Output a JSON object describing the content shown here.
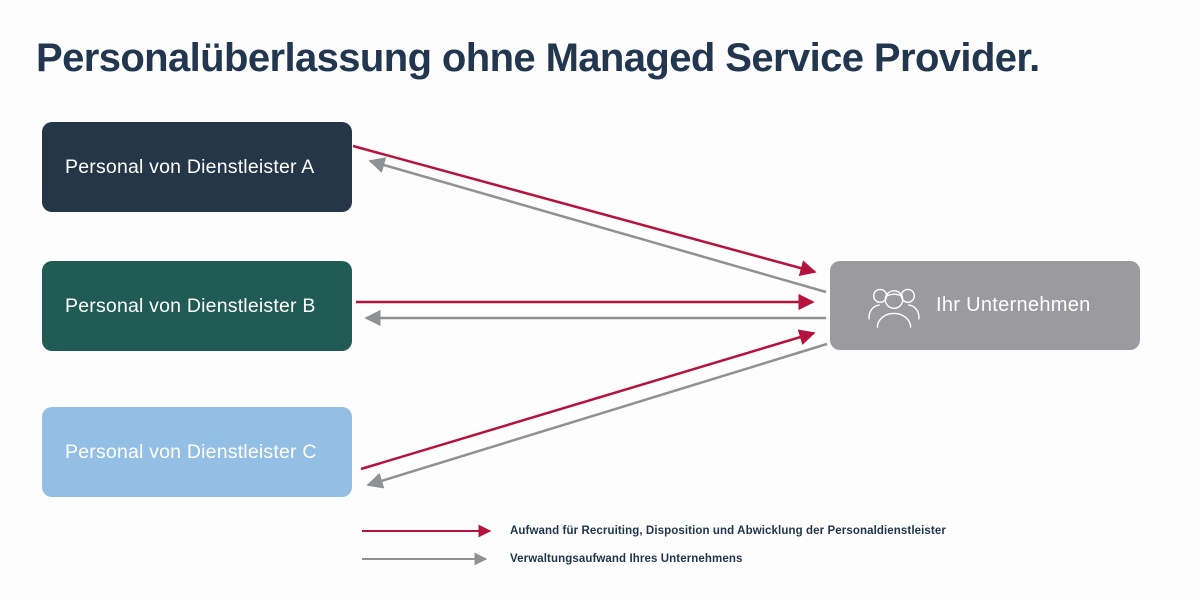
{
  "title": "Personalüberlassung ohne Managed Service Provider.",
  "providers": [
    {
      "label": "Personal von Dienstleister A",
      "color": "#253648"
    },
    {
      "label": "Personal von Dienstleister B",
      "color": "#205c55"
    },
    {
      "label": "Personal von Dienstleister C",
      "color": "#92bfe3"
    }
  ],
  "company": {
    "label": "Ihr Unternehmen",
    "color": "#9b9b9f",
    "icon": "people-group-icon"
  },
  "legend": {
    "items": [
      {
        "label": "Aufwand für Recruiting, Disposition und Abwicklung der Personaldienstleister",
        "color": "#b6123e"
      },
      {
        "label": "Verwaltungsaufwand Ihres Unternehmens",
        "color": "#8f9193"
      }
    ]
  },
  "colors": {
    "title_text": "#22374f",
    "legend_text": "#1f344a",
    "red_arrow": "#b6123e",
    "gray_arrow": "#8f9193",
    "box_text": "#ffffff",
    "background": "#fdfdfd"
  }
}
